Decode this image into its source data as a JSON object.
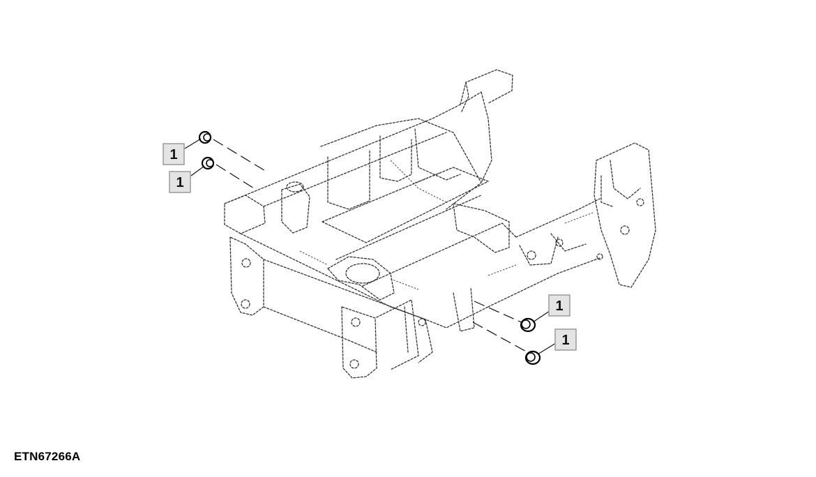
{
  "figure": {
    "id": "ETN67266A"
  },
  "callouts": [
    {
      "label": "1",
      "part": "plug"
    },
    {
      "label": "1",
      "part": "plug"
    },
    {
      "label": "1",
      "part": "plug"
    },
    {
      "label": "1",
      "part": "plug"
    }
  ]
}
